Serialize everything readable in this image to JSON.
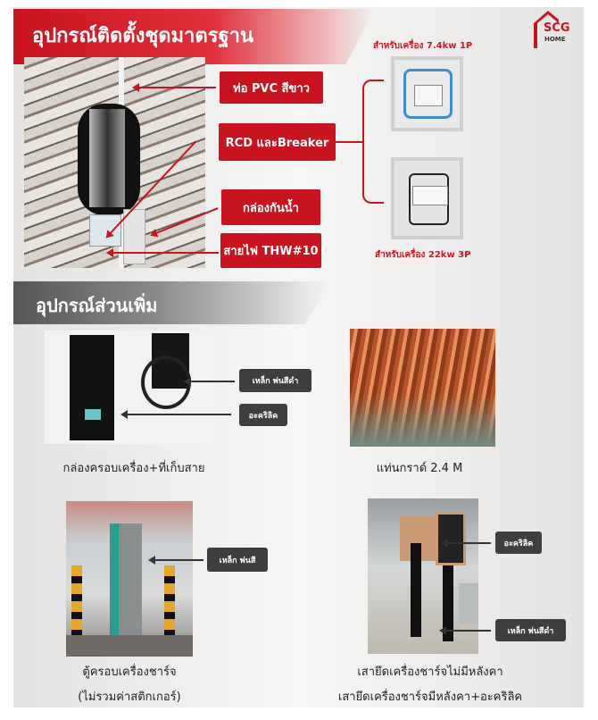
{
  "brand": {
    "logo_main": "SCG",
    "logo_sub": "HOME"
  },
  "section_standard": {
    "title": "อุปกรณ์ติดตั้งชุดมาตรฐาน",
    "labels": [
      "ท่อ PVC สีขาว",
      "RCD และBreaker",
      "กล่องกันน้ำ",
      "สายไฟ THW#10"
    ],
    "box_captions": [
      "สำหรับเครื่อง 7.4kw 1P",
      "สำหรับเครื่อง 22kw 3P"
    ]
  },
  "section_extra": {
    "title": "อุปกรณ์ส่วนเพิ่ม",
    "items": [
      {
        "caption": "กล่องครอบเครื่อง+ที่เก็บสาย",
        "labels": [
          "เหล็ก พ่นสีดำ",
          "อะคริลิค"
        ]
      },
      {
        "caption": "แท่นกราด์ 2.4 M"
      },
      {
        "caption_lines": [
          "ตู้ครอบเครื่องชาร์จ",
          "(ไม่รวมค่าสติกเกอร์)"
        ],
        "labels": [
          "เหล็ก พ่นสี"
        ]
      },
      {
        "caption_lines": [
          "เสายึดเครื่องชาร์จไม่มีหลังคา",
          "เสายึดเครื่องชาร์จมีหลังคา+อะคริลิค"
        ],
        "labels": [
          "อะคริลิค",
          "เหล็ก พ่นสีดำ"
        ]
      }
    ]
  },
  "colors": {
    "accent": "#c8141e",
    "dark_label": "#3e3e3e"
  }
}
